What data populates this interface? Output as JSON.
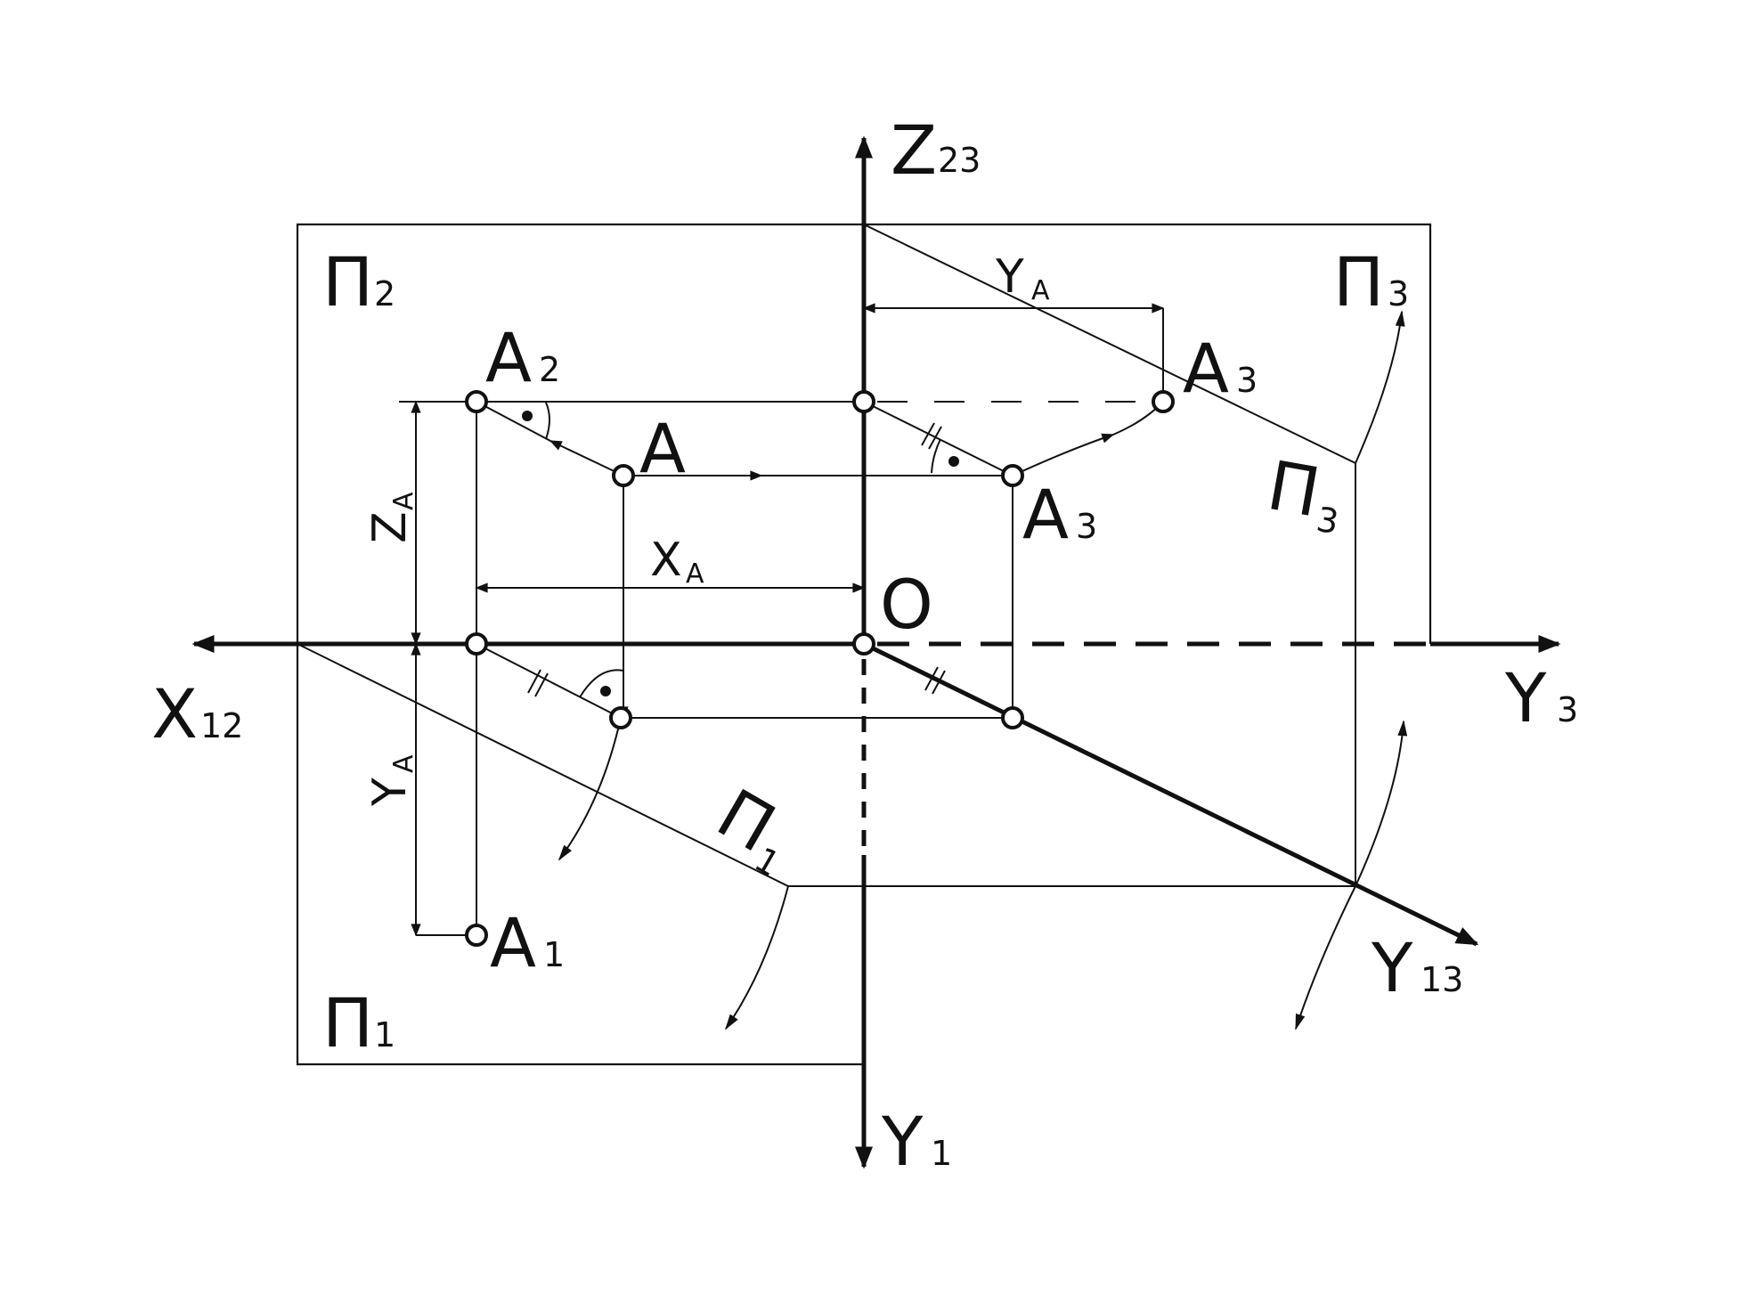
{
  "diagram": {
    "labels": {
      "z_axis": "Z",
      "z_axis_sub": "23",
      "x_axis": "X",
      "x_axis_sub": "12",
      "y3_axis": "Y",
      "y3_axis_sub": "3",
      "y1_axis": "Y",
      "y1_axis_sub": "1",
      "y13_axis": "Y",
      "y13_axis_sub": "13",
      "origin": "O",
      "plane_p2": "Π",
      "plane_p2_sub": "2",
      "plane_p3_frame": "Π",
      "plane_p3_frame_sub": "3",
      "plane_p3_inner": "Π",
      "plane_p3_inner_sub": "3",
      "plane_p1_frame": "Π",
      "plane_p1_frame_sub": "1",
      "plane_p1_inner": "Π",
      "plane_p1_inner_sub": "1",
      "point_a": "A",
      "point_a2": "A",
      "point_a2_sub": "2",
      "point_a3_top": "A",
      "point_a3_top_sub": "3",
      "point_a3_low": "A",
      "point_a3_low_sub": "3",
      "point_a1": "A",
      "point_a1_sub": "1",
      "dim_ya_top": "Y",
      "dim_ya_top_sub": "A",
      "dim_xa": "X",
      "dim_xa_sub": "A",
      "dim_za": "Z",
      "dim_za_sub": "A",
      "dim_ya_left": "Y",
      "dim_ya_left_sub": "A"
    }
  }
}
